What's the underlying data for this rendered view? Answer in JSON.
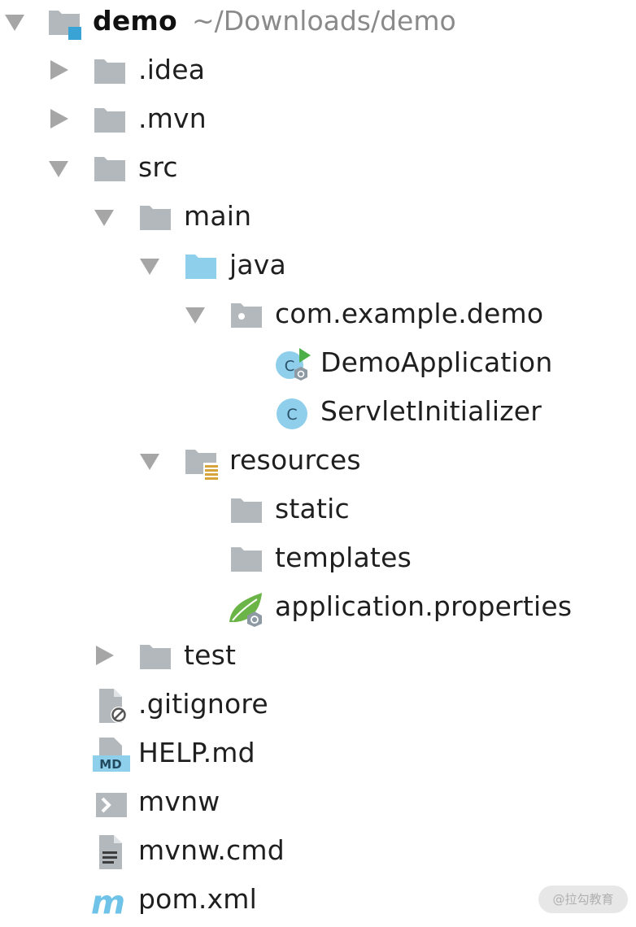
{
  "project": {
    "name": "demo",
    "path": "~/Downloads/demo"
  },
  "tree": {
    "idea": ".idea",
    "mvn": ".mvn",
    "src": "src",
    "main": "main",
    "java": "java",
    "package": "com.example.demo",
    "demo_app": "DemoApplication",
    "servlet_init": "ServletInitializer",
    "resources": "resources",
    "static": "static",
    "templates": "templates",
    "app_props": "application.properties",
    "test": "test",
    "gitignore": ".gitignore",
    "help_md": "HELP.md",
    "mvnw": "mvnw",
    "mvnw_cmd": "mvnw.cmd",
    "pom": "pom.xml"
  },
  "icons": {
    "collapsed_arrow": "triangle-right-icon",
    "expanded_arrow": "triangle-down-icon",
    "folder": "folder-icon",
    "source_folder": "source-folder-icon",
    "package": "package-icon",
    "class": "java-class-icon",
    "spring_properties": "spring-leaf-icon",
    "maven": "maven-icon"
  },
  "colors": {
    "folder_gray": "#b3b8bd",
    "source_blue": "#8ed0ec",
    "class_blue": "#8fcfeb",
    "run_green": "#4daf47",
    "spring_green": "#6bb548",
    "resource_yellow": "#d7a43c"
  },
  "watermark": "@拉勾教育"
}
